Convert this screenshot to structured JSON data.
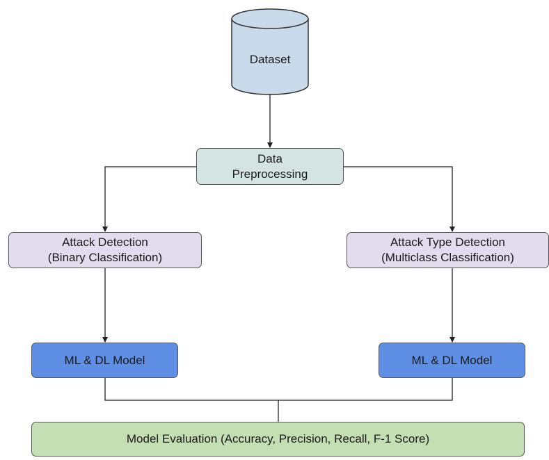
{
  "diagram": {
    "dataset_label": "Dataset",
    "preprocessing_label": "Data\nPreprocessing",
    "binary_label": "Attack Detection\n(Binary Classification)",
    "multiclass_label": "Attack Type Detection\n(Multiclass Classification)",
    "model_left_label": "ML & DL Model",
    "model_right_label": "ML & DL Model",
    "evaluation_label": "Model Evaluation (Accuracy, Precision, Recall, F-1 Score)"
  },
  "colors": {
    "dataset_fill": "#c9dbeb",
    "preprocessing_fill": "#d3e4e2",
    "detection_fill": "#e2dcee",
    "model_fill": "#5e8fe4",
    "evaluation_fill": "#c5dfb4"
  }
}
